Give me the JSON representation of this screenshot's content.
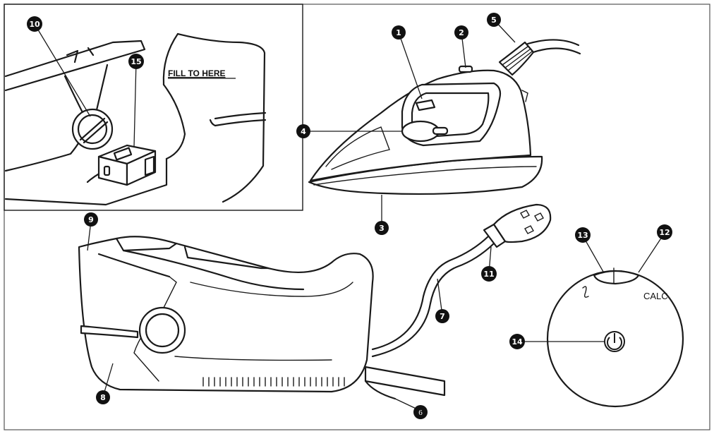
{
  "labels": {
    "fill_to_here": "FILL TO HERE",
    "calc": "CALC"
  },
  "callouts": [
    "1",
    "2",
    "3",
    "4",
    "5",
    "6",
    "7",
    "8",
    "9",
    "10",
    "11",
    "12",
    "13",
    "14",
    "15"
  ],
  "icons": {
    "power": "power-icon",
    "steam": "steam-icon"
  },
  "colors": {
    "ink": "#1a1a1a",
    "badge": "#111111"
  }
}
